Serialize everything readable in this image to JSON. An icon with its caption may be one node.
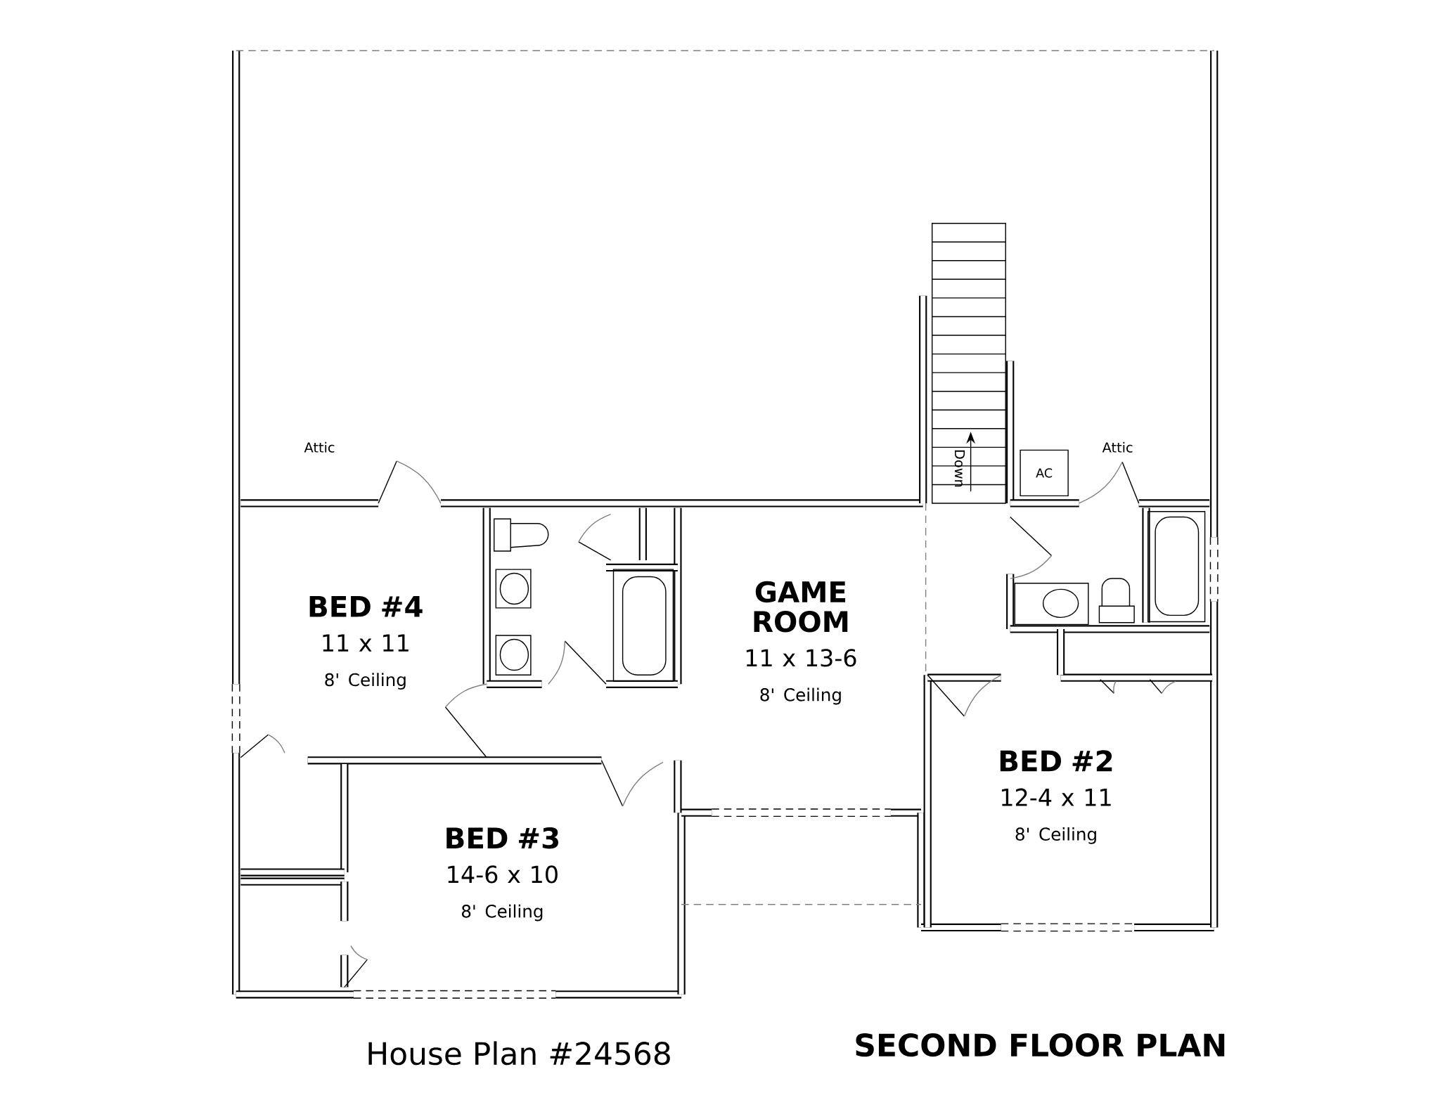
{
  "diagram": {
    "title": "SECOND FLOOR PLAN",
    "caption": "House Plan #24568",
    "nodes": [
      {
        "text": [
          "AC"
        ]
      },
      {
        "text": [
          "GAME ROOM",
          "11 x 13-6",
          "8' Ceiling"
        ]
      },
      {
        "text": [
          "BED #4",
          "11 x 11",
          "8' Ceiling"
        ]
      },
      {
        "text": [
          "BED #2",
          "12-4 x 11",
          "8' Ceiling"
        ]
      },
      {
        "text": [
          "BED #3",
          "14-6 x 10",
          "8' Ceiling"
        ]
      }
    ],
    "labels": [
      "Attic",
      "Attic",
      "Down"
    ]
  }
}
